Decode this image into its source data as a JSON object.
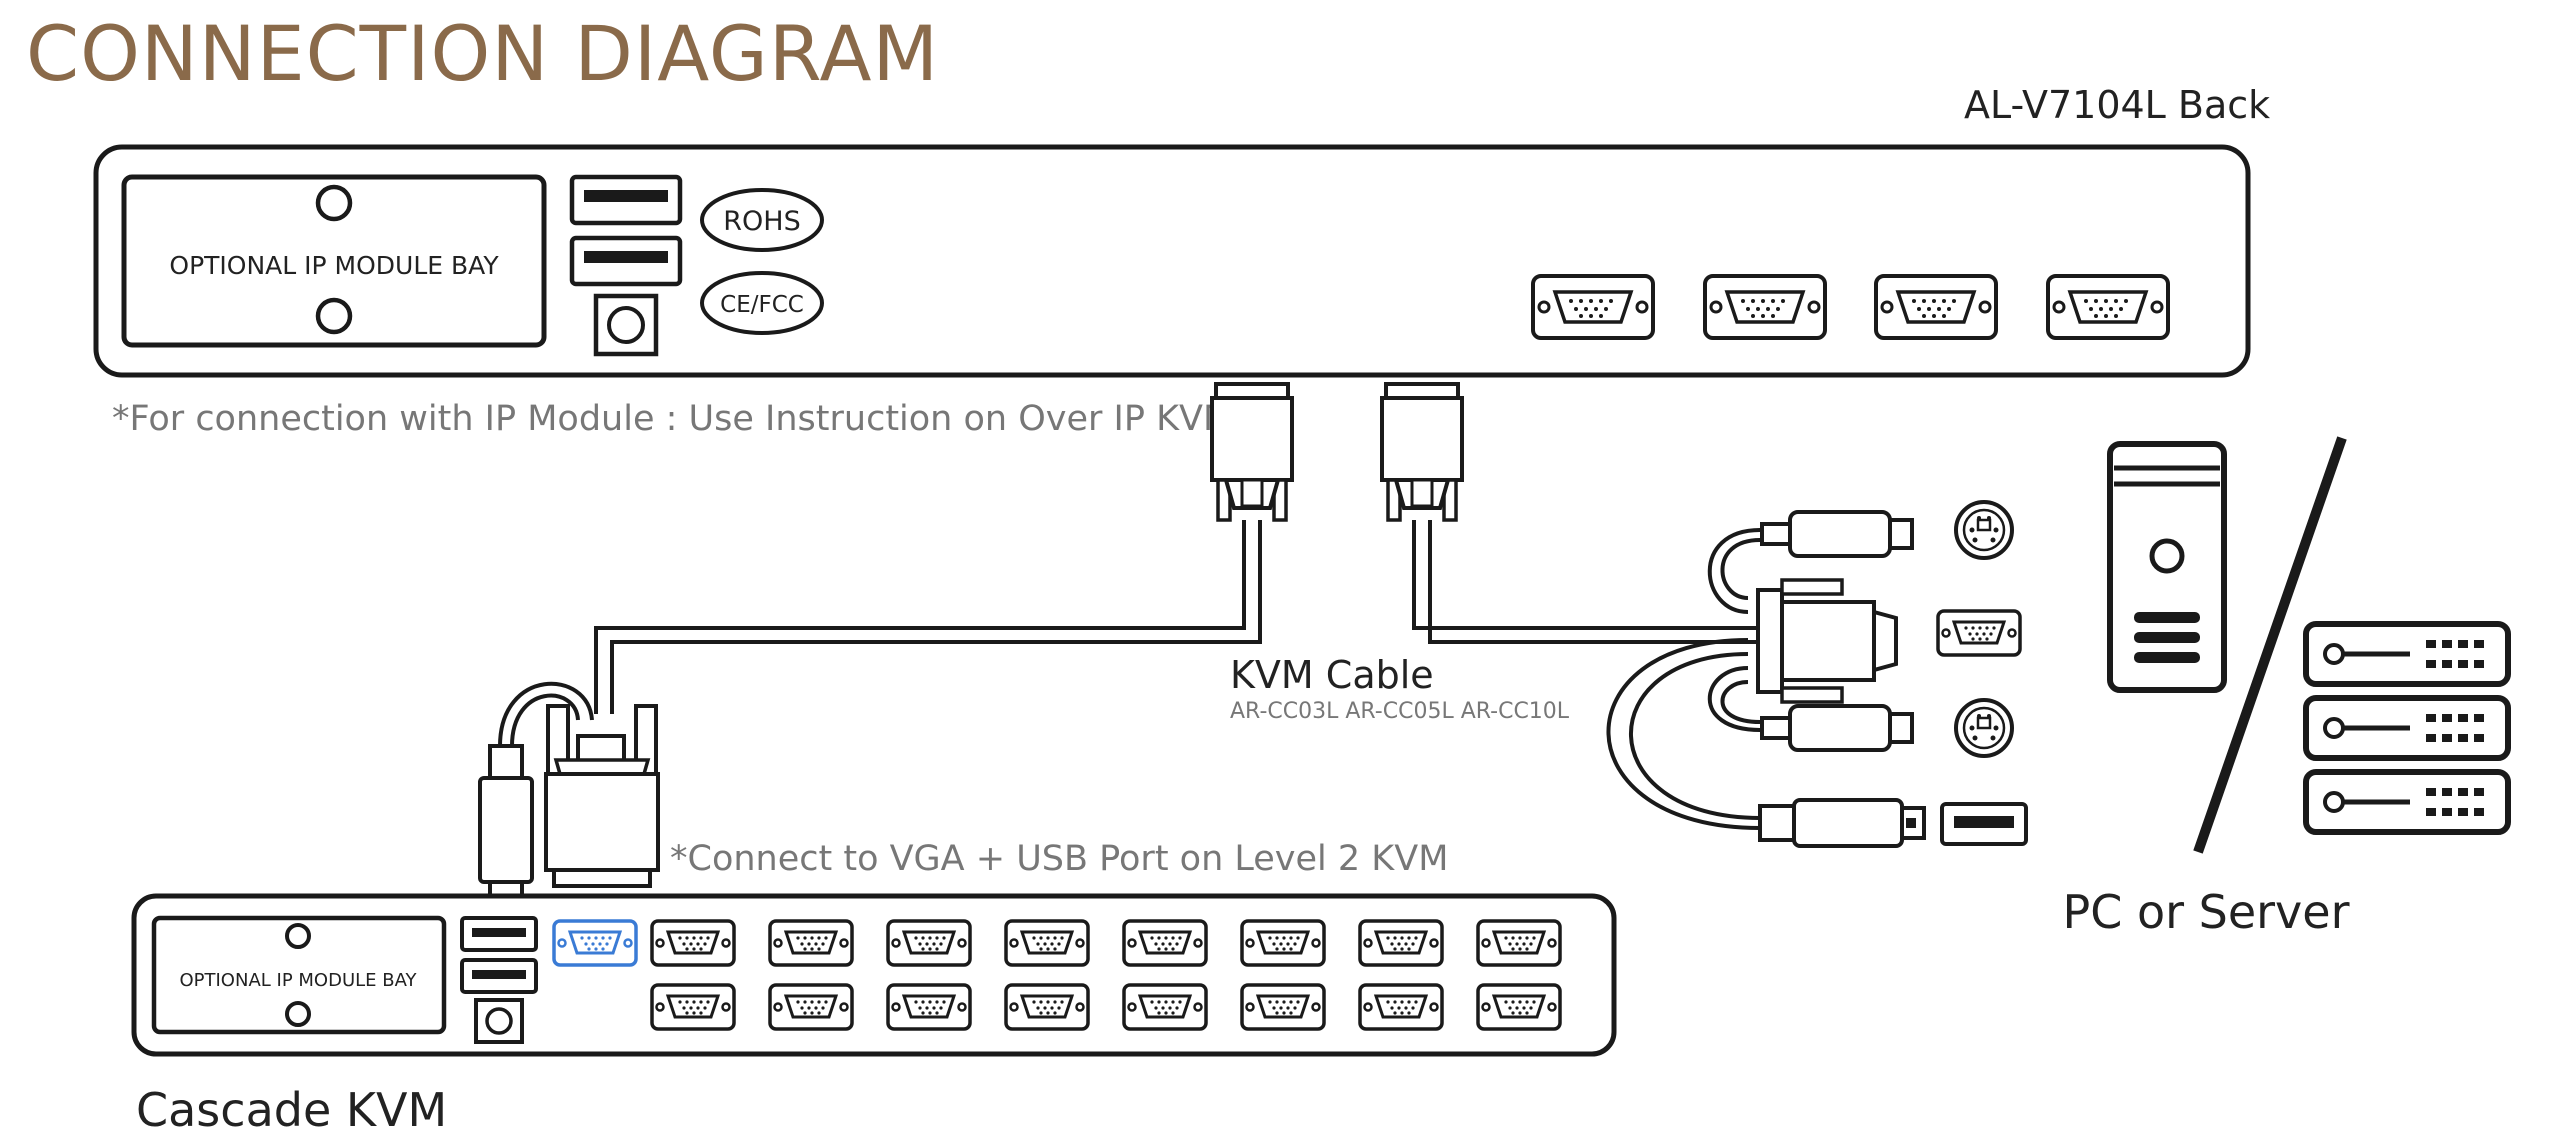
{
  "title": "CONNECTION DIAGRAM",
  "top_unit": {
    "label": "AL-V7104L Back",
    "ip_bay_label": "OPTIONAL IP MODULE BAY",
    "badges": [
      "ROHS",
      "CE/FCC"
    ],
    "ports_count": 4
  },
  "notes": {
    "ip_module": "*For connection with IP Module : Use Instruction on Over IP KVM",
    "vga_usb": "*Connect to VGA + USB Port on Level 2 KVM"
  },
  "cable": {
    "label": "KVM Cable",
    "models": "AR-CC03L AR-CC05L AR-CC10L"
  },
  "cascade_unit": {
    "label": "Cascade KVM",
    "ip_bay_label": "OPTIONAL IP MODULE BAY",
    "highlight_color": "#3a7bd5"
  },
  "pc": {
    "label": "PC or Server"
  },
  "colors": {
    "title": "#8a6a4a",
    "line": "#1a1a1a",
    "note": "#777777"
  }
}
